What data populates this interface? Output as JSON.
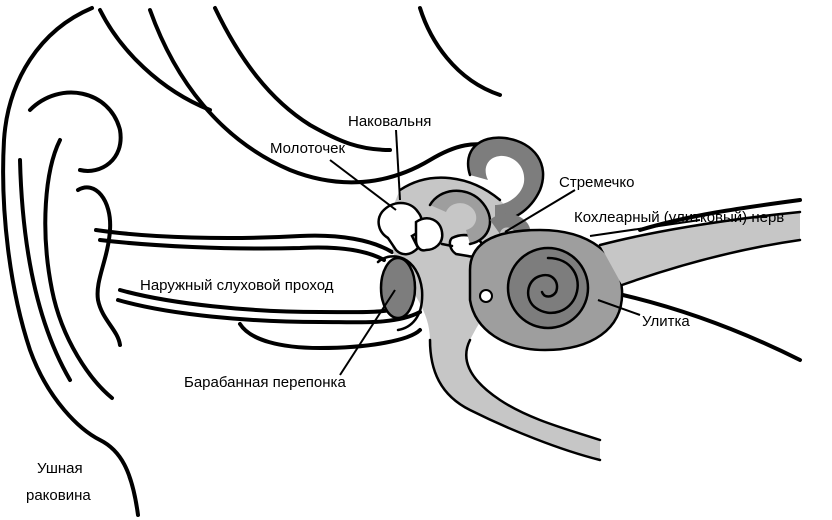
{
  "labels": {
    "incus": "Наковальня",
    "malleus": "Молоточек",
    "stapes": "Стремечко",
    "cochlear_nerve": "Кохлеарный (улитковый) нерв",
    "ear_canal": "Наружный слуховой проход",
    "cochlea": "Улитка",
    "eardrum": "Барабанная перепонка",
    "auricle_line1": "Ушная",
    "auricle_line2": "раковина"
  },
  "colors": {
    "outline": "#000000",
    "light_gray": "#c6c6c6",
    "mid_gray": "#9e9e9e",
    "dark_gray": "#7d7d7d",
    "background": "#ffffff"
  }
}
